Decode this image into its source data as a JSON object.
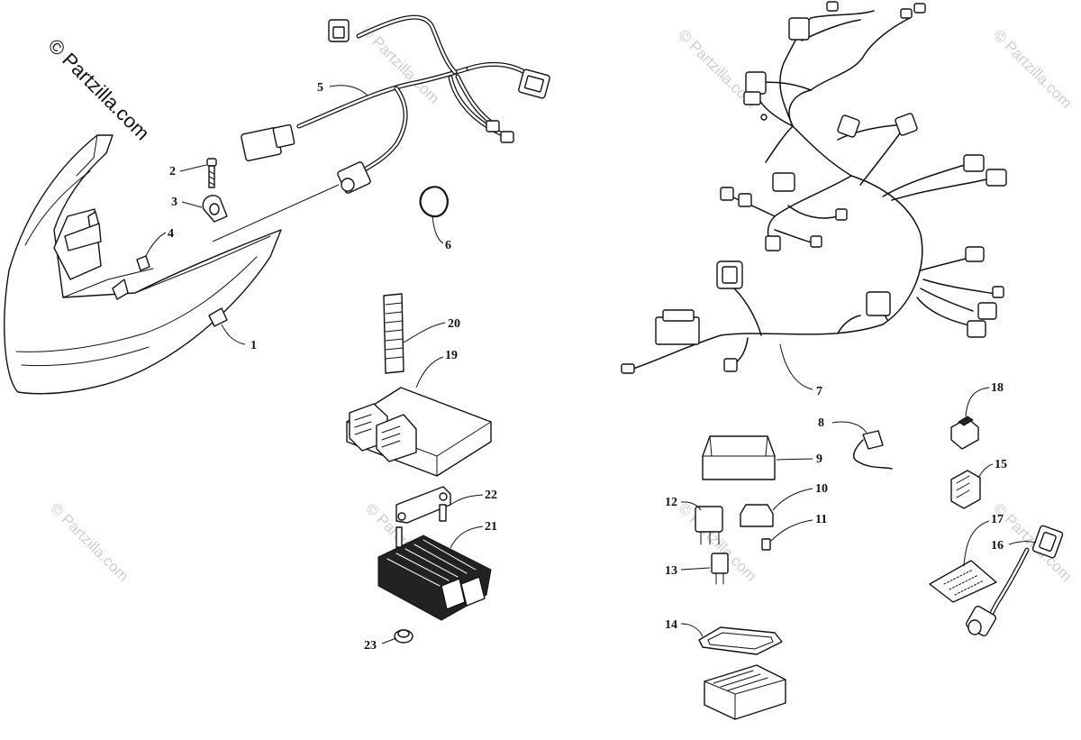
{
  "watermark": {
    "main": "© Partzilla.com",
    "faint": "© Partzilla.com"
  },
  "callouts": {
    "c1": "1",
    "c2": "2",
    "c3": "3",
    "c4": "4",
    "c5": "5",
    "c6": "6",
    "c7": "7",
    "c8": "8",
    "c9": "9",
    "c10": "10",
    "c11": "11",
    "c12": "12",
    "c13": "13",
    "c14": "14",
    "c15": "15",
    "c16": "16",
    "c17": "17",
    "c18": "18",
    "c19": "19",
    "c20": "20",
    "c21": "21",
    "c22": "22",
    "c23": "23"
  }
}
